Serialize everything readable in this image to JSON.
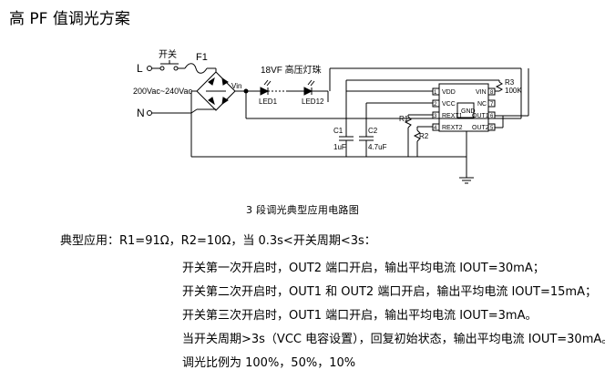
{
  "title": "高 PF 值调光方案",
  "circuit": {
    "switch_label": "开关",
    "fuse_label": "F1",
    "input_l": "L",
    "input_n": "N",
    "voltage_range": "200Vac~240Vac",
    "vin_node": "Vin",
    "led_string_label": "18VF 高压灯珠",
    "led1_label": "LED1",
    "led12_label": "LED12",
    "r1_label": "R1",
    "r2_label": "R2",
    "r3_label": "R3",
    "r3_value": "100K",
    "c1_label": "C1",
    "c1_value": "1uF",
    "c2_label": "C2",
    "c2_value": "4.7uF",
    "chip_pins_left": [
      {
        "num": "1",
        "name": "VDD"
      },
      {
        "num": "2",
        "name": "VCC"
      },
      {
        "num": "3",
        "name": "REXT1"
      },
      {
        "num": "4",
        "name": "REXT2"
      }
    ],
    "chip_pins_right": [
      {
        "num": "8",
        "name": "VIN"
      },
      {
        "num": "7",
        "name": "NC"
      },
      {
        "num": "6",
        "name": "OUT1"
      },
      {
        "num": "5",
        "name": "OUT2"
      }
    ],
    "chip_center": "GND"
  },
  "caption": "3 段调光典型应用电路图",
  "application": {
    "intro": "典型应用：R1=91Ω，R2=10Ω，当 0.3s<开关周期<3s：",
    "lines": [
      "开关第一次开启时，OUT2 端口开启，输出平均电流 IOUT=30mA；",
      "开关第二次开启时，OUT1 和 OUT2 端口开启，输出平均电流 IOUT=15mA；",
      "开关第三次开启时，OUT1 端口开启，输出平均电流 IOUT=3mA。",
      "当开关周期>3s（VCC 电容设置），回复初始状态，输出平均电流 IOUT=30mA。",
      "调光比例为 100%，50%，10%"
    ]
  }
}
